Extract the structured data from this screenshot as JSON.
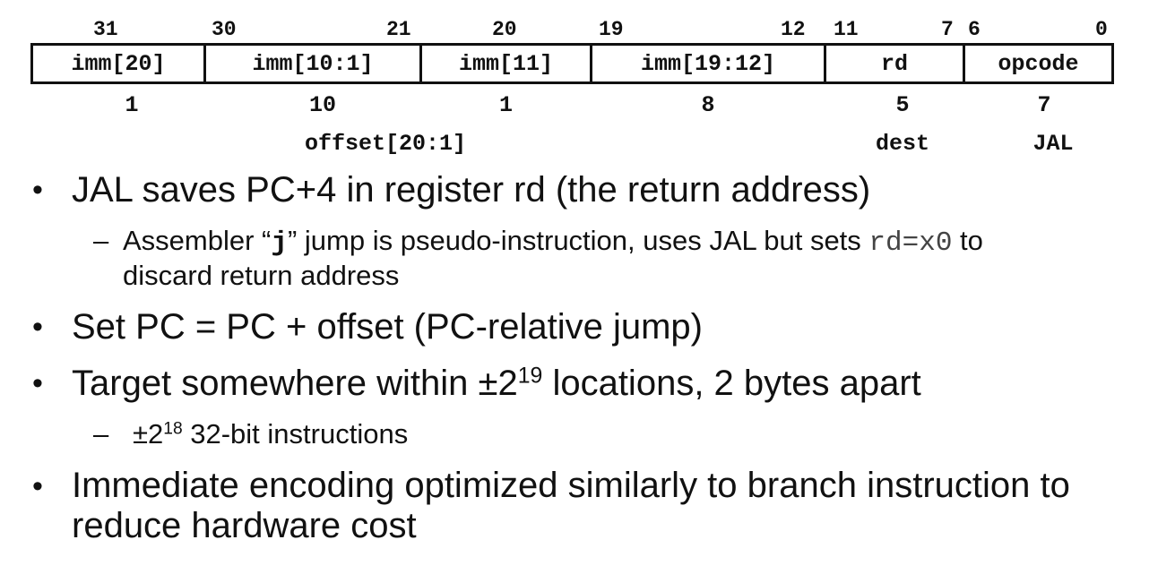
{
  "diagram": {
    "bit_numbers": [
      "31",
      "30",
      "21",
      "20",
      "19",
      "12",
      "11",
      "7",
      "6",
      "0"
    ],
    "fields": [
      "imm[20]",
      "imm[10:1]",
      "imm[11]",
      "imm[19:12]",
      "rd",
      "opcode"
    ],
    "widths": [
      "1",
      "10",
      "1",
      "8",
      "5",
      "7"
    ],
    "groups": [
      "offset[20:1]",
      "dest",
      "JAL"
    ]
  },
  "bullets": {
    "b1": "JAL saves PC+4 in register rd (the return address)",
    "b1_sub": {
      "part1": "Assembler “",
      "code1": "j",
      "part2": "” jump is pseudo-instruction, uses JAL but sets ",
      "code2": "rd=x0",
      "part3": " to",
      "line2": "discard return address"
    },
    "b2": "Set PC = PC + offset (PC-relative jump)",
    "b3": {
      "part1": "Target somewhere within  ±2",
      "exp": "19",
      "part2": " locations, 2 bytes apart"
    },
    "b3_sub": {
      "part1": "±2",
      "exp": "18",
      "part2": " 32-bit instructions"
    },
    "b4": {
      "line1": "Immediate encoding optimized similarly to branch instruction to",
      "line2": "reduce hardware cost"
    },
    "bullet_char": "•",
    "dash_char": "–"
  }
}
